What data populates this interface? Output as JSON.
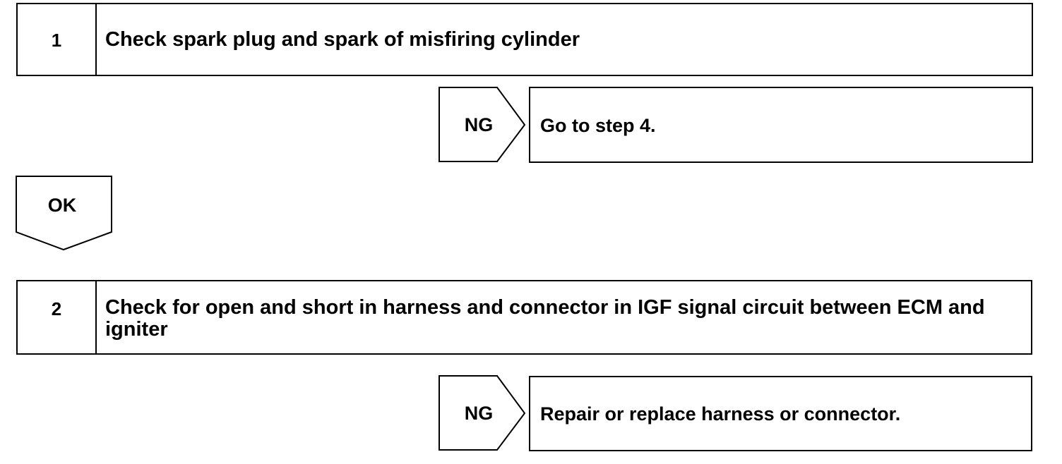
{
  "steps": [
    {
      "number": "1",
      "text": "Check spark plug and spark of misfiring cylinder"
    },
    {
      "number": "2",
      "text": "Check for open and short in harness and connector in IGF signal circuit between ECM and igniter"
    }
  ],
  "branches": [
    {
      "label": "NG",
      "result": "Go to step 4."
    },
    {
      "label": "NG",
      "result": "Repair or replace harness or connector."
    }
  ],
  "ok_arrow": {
    "label": "OK"
  }
}
